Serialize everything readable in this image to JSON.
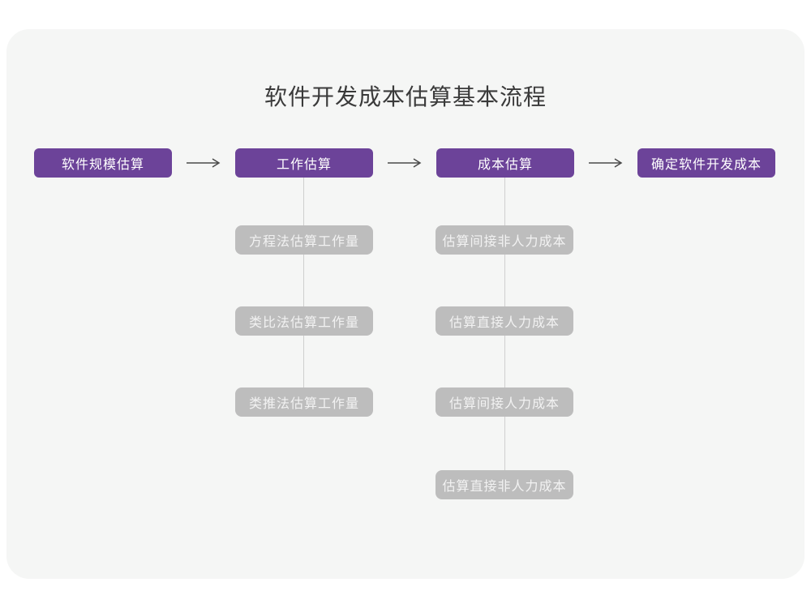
{
  "title": "软件开发成本估算基本流程",
  "colors": {
    "page_bg": "#FFFFFF",
    "card_bg": "#F5F6F5",
    "primary": "#6C4399",
    "secondary": "#BDBDBD",
    "title_text": "#3A3A3A",
    "box_text": "#FFFFFF",
    "sub_box_text": "#F2F2F2",
    "arrow": "#4A4A4A",
    "connector": "#CFCFCF"
  },
  "flow": {
    "stages": [
      {
        "label": "软件规模估算",
        "children": []
      },
      {
        "label": "工作估算",
        "children": [
          "方程法估算工作量",
          "类比法估算工作量",
          "类推法估算工作量"
        ]
      },
      {
        "label": "成本估算",
        "children": [
          "估算间接非人力成本",
          "估算直接人力成本",
          "估算间接人力成本",
          "估算直接非人力成本"
        ]
      },
      {
        "label": "确定软件开发成本",
        "children": []
      }
    ]
  }
}
